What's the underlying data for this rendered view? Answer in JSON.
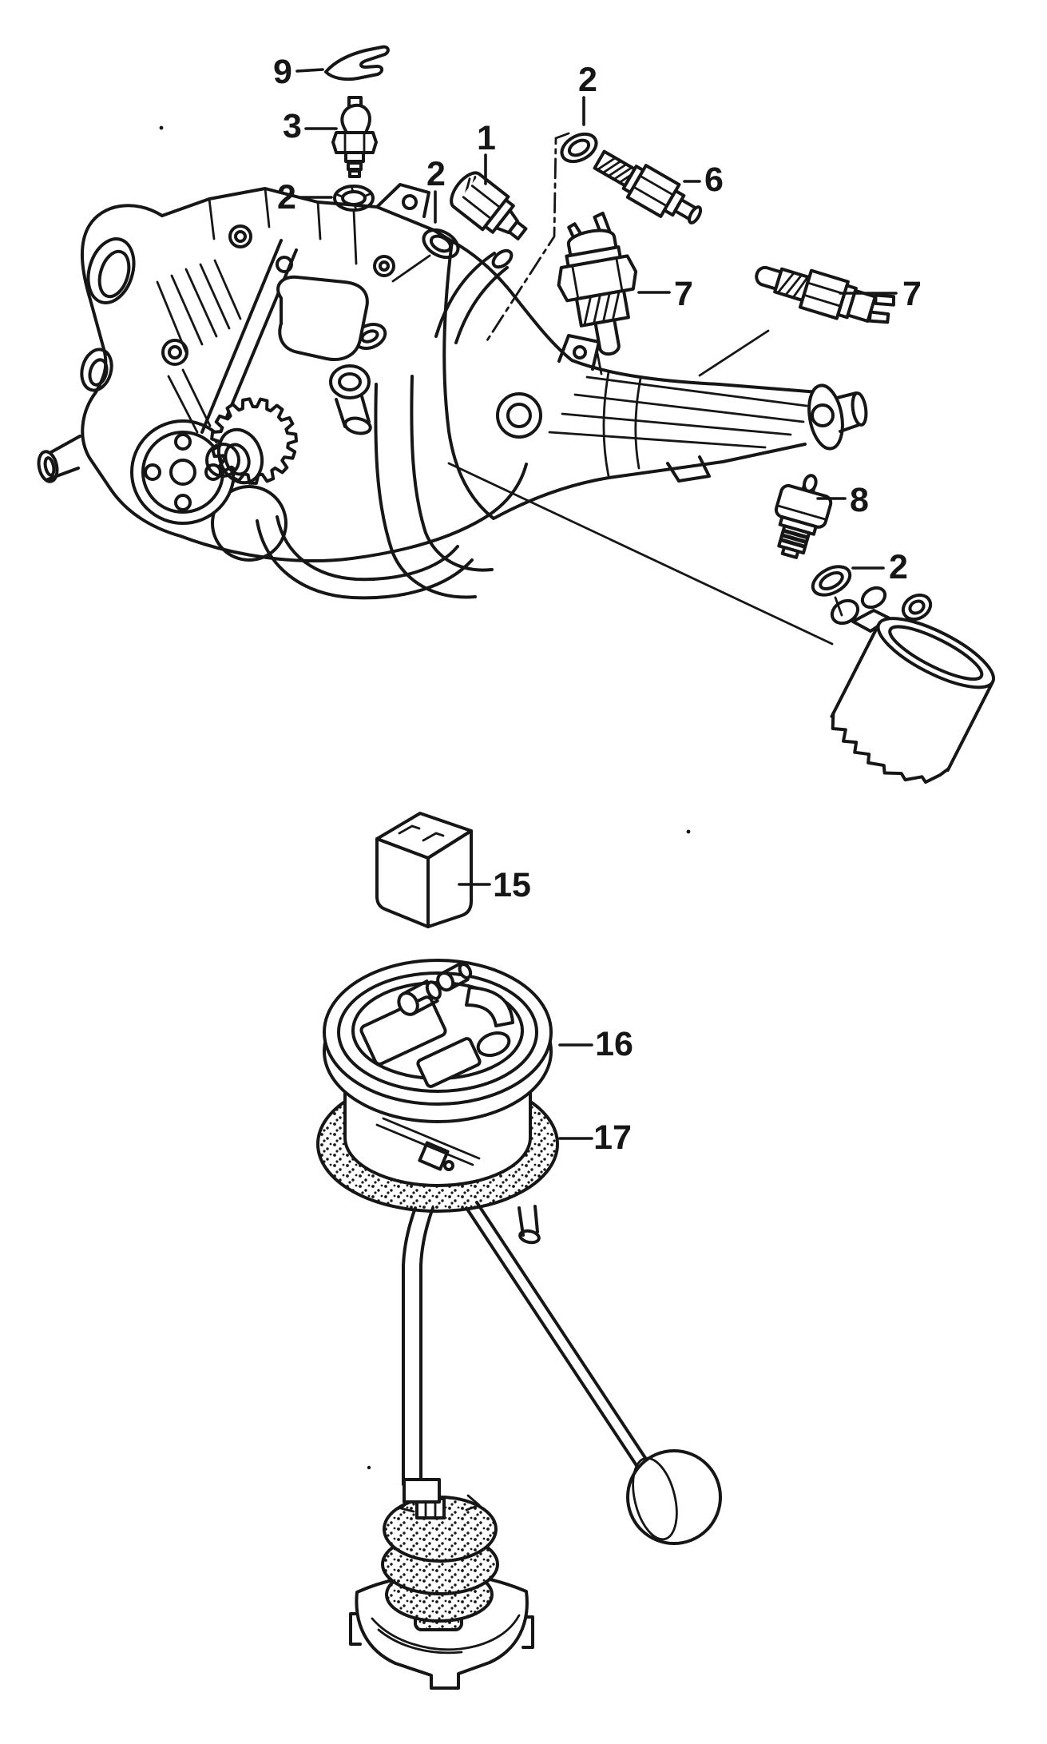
{
  "figure": {
    "kind": "exploded-parts-line-diagram",
    "subject": "engine-transmission senders, switches, oil filter, relay and fuel gauge sender"
  },
  "colors": {
    "ink": "#161616",
    "paper": "#ffffff"
  },
  "callouts": [
    {
      "ref": "retaining-clip",
      "label": "9"
    },
    {
      "ref": "sender-top",
      "label": "3"
    },
    {
      "ref": "seal-under-3",
      "label": "2"
    },
    {
      "ref": "sender-middle",
      "label": "1"
    },
    {
      "ref": "seal-under-1",
      "label": "2"
    },
    {
      "ref": "seal-near-6",
      "label": "2"
    },
    {
      "ref": "threaded-sender",
      "label": "6"
    },
    {
      "ref": "thermo-switch-left",
      "label": "7"
    },
    {
      "ref": "thermo-switch-right",
      "label": "7"
    },
    {
      "ref": "oil-pressure-switch",
      "label": "8"
    },
    {
      "ref": "seal-under-8",
      "label": "2"
    },
    {
      "ref": "relay-block",
      "label": "15"
    },
    {
      "ref": "fuel-gauge-sender",
      "label": "16"
    },
    {
      "ref": "tank-seal-ring",
      "label": "17"
    }
  ]
}
